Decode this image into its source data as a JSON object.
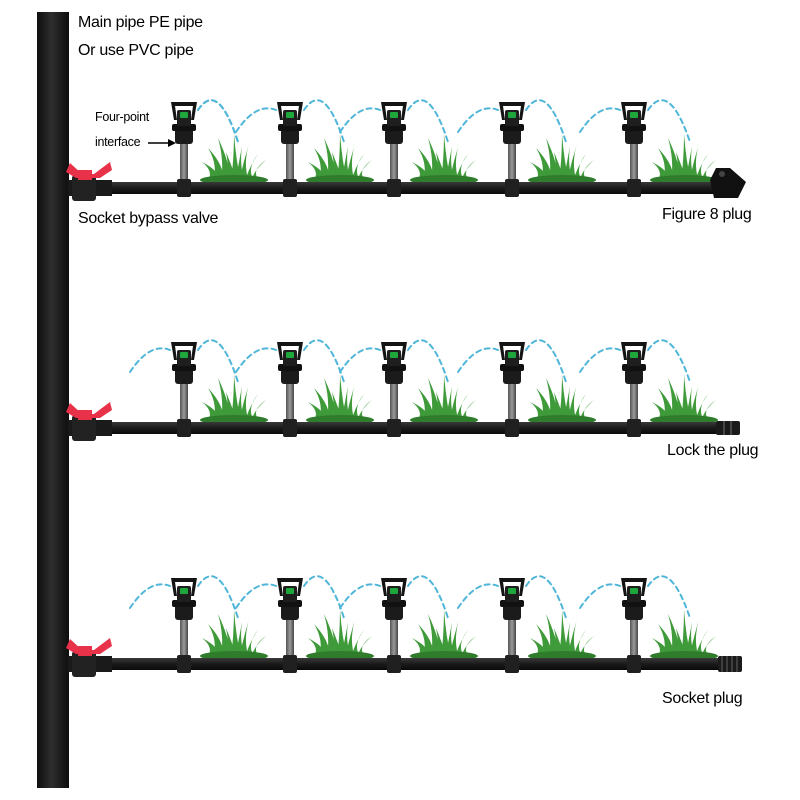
{
  "labels": {
    "main_pipe_line1": "Main pipe PE pipe",
    "main_pipe_line2": "Or use PVC pipe",
    "four_point_line1": "Four-point",
    "four_point_line2": "interface",
    "socket_bypass_valve": "Socket bypass valve",
    "figure8_plug": "Figure 8 plug",
    "lock_plug": "Lock the plug",
    "socket_plug": "Socket plug"
  },
  "colors": {
    "pipe": "#1c1c1c",
    "valve": "#e8324a",
    "grass": "#3f9a3a",
    "spray": "#4fb6d9",
    "nozzle_accent": "#1ea83c",
    "background": "#ffffff"
  },
  "rows": [
    {
      "name": "row-figure8-plug",
      "end_fitting": "figure-8-plug",
      "sprinklers": 5
    },
    {
      "name": "row-lock-plug",
      "end_fitting": "lock-plug",
      "sprinklers": 5
    },
    {
      "name": "row-socket-plug",
      "end_fitting": "socket-plug",
      "sprinklers": 5
    }
  ]
}
